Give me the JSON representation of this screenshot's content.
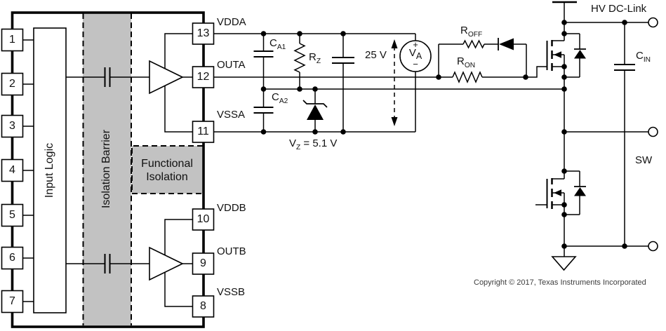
{
  "ic": {
    "input_logic": "Input Logic",
    "isolation_barrier": "Isolation Barrier",
    "functional_isolation_line1": "Functional",
    "functional_isolation_line2": "Isolation",
    "left_pins": [
      "1",
      "2",
      "3",
      "4",
      "5",
      "6",
      "7"
    ],
    "right_pins": [
      {
        "num": "13",
        "label": "VDDA"
      },
      {
        "num": "12",
        "label": "OUTA"
      },
      {
        "num": "11",
        "label": "VSSA"
      },
      {
        "num": "10",
        "label": "VDDB"
      },
      {
        "num": "9",
        "label": "OUTB"
      },
      {
        "num": "8",
        "label": "VSSB"
      }
    ]
  },
  "components": {
    "ca1": {
      "base": "C",
      "sub": "A1"
    },
    "ca2": {
      "base": "C",
      "sub": "A2"
    },
    "rz": {
      "base": "R",
      "sub": "Z"
    },
    "zener": {
      "base": "V",
      "sub": "Z",
      "rest": " = 5.1 V"
    },
    "bias_voltage": "25 V",
    "va": {
      "plus": "+",
      "base": "V",
      "sub": "A",
      "minus": "−"
    },
    "roff": {
      "base": "R",
      "sub": "OFF"
    },
    "ron": {
      "base": "R",
      "sub": "ON"
    },
    "cin": {
      "base": "C",
      "sub": "IN"
    }
  },
  "terminals": {
    "hv": "HV DC-Link",
    "sw": "SW"
  },
  "footer": {
    "copyright": "Copyright © 2017, Texas Instruments Incorporated"
  },
  "colors": {
    "line": "#000000",
    "fill_gray": "#c2c2c2",
    "bg": "#ffffff"
  }
}
